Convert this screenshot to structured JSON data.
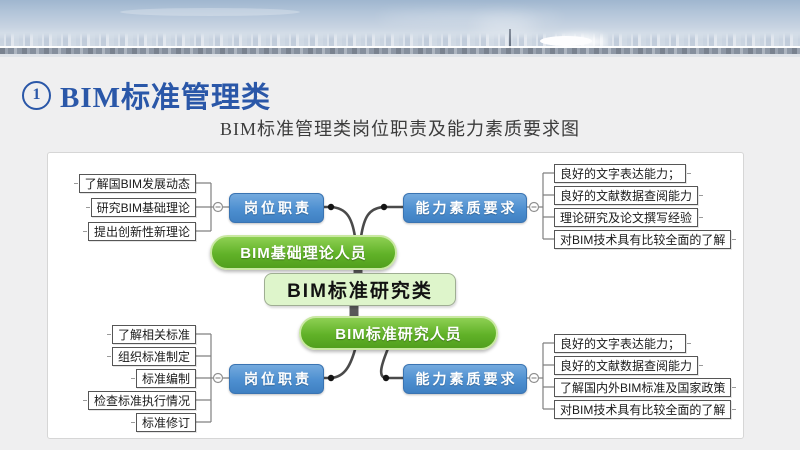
{
  "slide": {
    "title_number": "1",
    "title": "BIM标准管理类",
    "subtitle": "BIM标准管理类岗位职责及能力素质要求图"
  },
  "colors": {
    "title_blue": "#2a57a8",
    "branch_node_blue": "#4d8fd0",
    "person_node_green": "#61b228",
    "central_node_green": "#def5cb",
    "connector_gray": "#4a4a4a",
    "slide_background": "#efeff0"
  },
  "diagram": {
    "center": {
      "label": "BIM标准研究类"
    },
    "top": {
      "person": "BIM基础理论人员",
      "duties_label": "岗位职责",
      "duties": [
        "了解国BIM发展动态",
        "研究BIM基础理论",
        "提出创新性新理论"
      ],
      "skills_label": "能力素质要求",
      "skills": [
        "良好的文字表达能力；",
        "良好的文献数据查阅能力",
        "理论研究及论文撰写经验",
        "对BIM技术具有比较全面的了解"
      ]
    },
    "bottom": {
      "person": "BIM标准研究人员",
      "duties_label": "岗位职责",
      "duties": [
        "了解相关标准",
        "组织标准制定",
        "标准编制",
        "检查标准执行情况",
        "标准修订"
      ],
      "skills_label": "能力素质要求",
      "skills": [
        "良好的文字表达能力；",
        "良好的文献数据查阅能力",
        "了解国内外BIM标准及国家政策",
        "对BIM技术具有比较全面的了解"
      ]
    }
  }
}
